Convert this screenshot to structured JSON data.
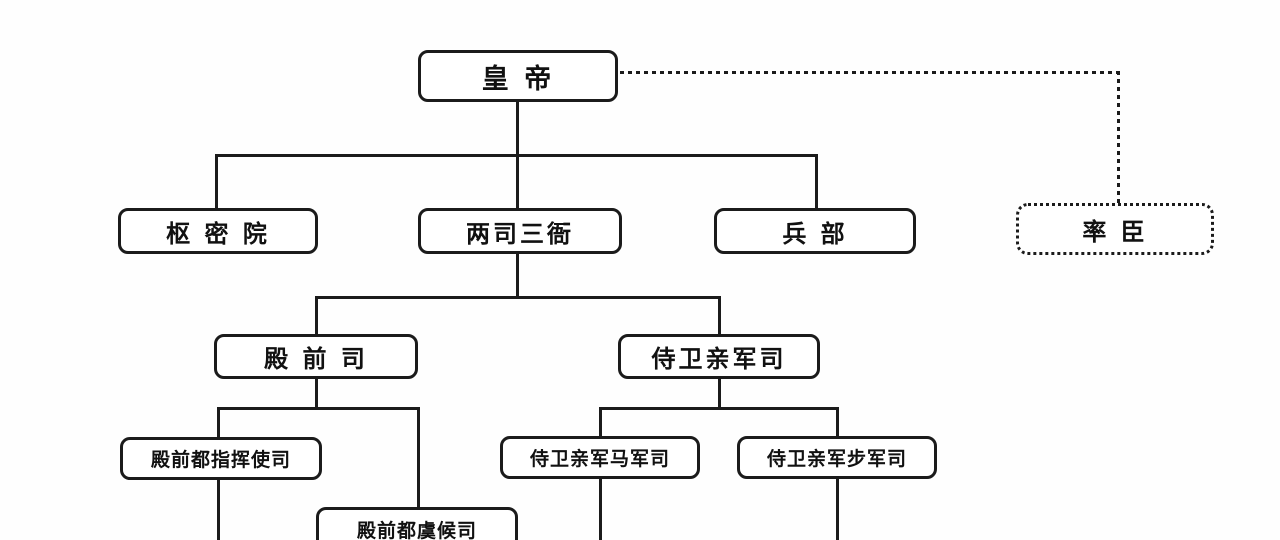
{
  "colors": {
    "background": "#fefefe",
    "line": "#1b1b1b",
    "text": "#111111"
  },
  "nodes": {
    "emperor": {
      "label": "皇 帝"
    },
    "shumiyuan": {
      "label": "枢 密 院"
    },
    "liangsisanya": {
      "label": "两司三衙"
    },
    "bingbu": {
      "label": "兵 部"
    },
    "shuaichen": {
      "label": "率 臣"
    },
    "dianqiansi": {
      "label": "殿 前 司"
    },
    "shiweiqinjun": {
      "label": "侍卫亲军司"
    },
    "duzhihuishi": {
      "label": "殿前都指挥使司"
    },
    "duyuhou": {
      "label": "殿前都虞候司"
    },
    "majunsi": {
      "label": "侍卫亲军马军司"
    },
    "bujunsi": {
      "label": "侍卫亲军步军司"
    }
  }
}
